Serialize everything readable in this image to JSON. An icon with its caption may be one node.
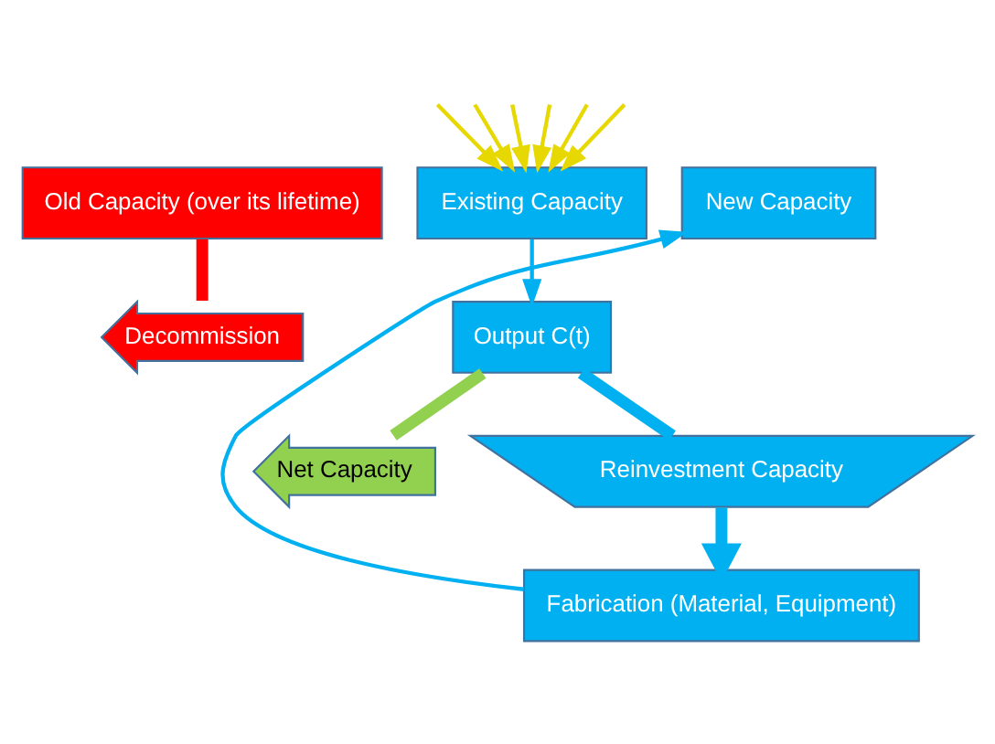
{
  "diagram": {
    "nodes": [
      {
        "text": [
          "Old Capacity (over its lifetime)"
        ]
      },
      {
        "text": [
          "Existing Capacity"
        ]
      },
      {
        "text": [
          "New Capacity"
        ]
      },
      {
        "text": [
          "Output C(t)"
        ]
      },
      {
        "text": [
          "Decommission"
        ]
      },
      {
        "text": [
          "Net Capacity"
        ]
      },
      {
        "text": [
          "Reinvestment Capacity"
        ]
      },
      {
        "text": [
          "Fabrication (Material, Equipment)"
        ]
      }
    ],
    "edges": [
      {
        "from": null,
        "to": 1,
        "arrow": "to"
      },
      {
        "from": null,
        "to": 1,
        "arrow": "to"
      },
      {
        "from": null,
        "to": 1,
        "arrow": "to"
      },
      {
        "from": null,
        "to": 1,
        "arrow": "to"
      },
      {
        "from": null,
        "to": 1,
        "arrow": "to"
      },
      {
        "from": null,
        "to": 1,
        "arrow": "to"
      },
      {
        "from": 0,
        "to": 4,
        "arrow": "none",
        "style": "thick",
        "color": "#ff0000"
      },
      {
        "from": 1,
        "to": 3,
        "arrow": "to",
        "color": "#00b0f0"
      },
      {
        "from": 3,
        "to": 5,
        "arrow": "none",
        "style": "thick",
        "color": "#92d050"
      },
      {
        "from": 3,
        "to": 6,
        "arrow": "none",
        "style": "thick",
        "color": "#00b0f0"
      },
      {
        "from": 6,
        "to": 7,
        "arrow": "to",
        "style": "thick",
        "color": "#00b0f0"
      },
      {
        "from": 7,
        "to": 2,
        "arrow": "to",
        "color": "#00b0f0"
      }
    ]
  }
}
